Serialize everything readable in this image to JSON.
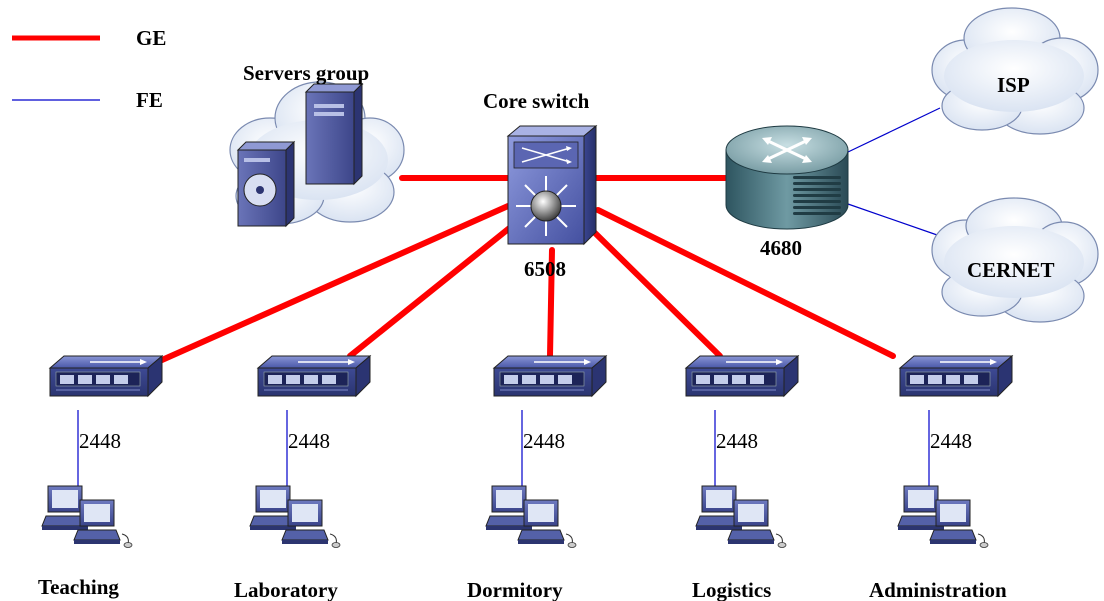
{
  "legend": {
    "items": [
      {
        "label": "GE",
        "color": "#ff0000"
      },
      {
        "label": "FE",
        "color": "#0000cc"
      }
    ]
  },
  "servers": {
    "label": "Servers group"
  },
  "core": {
    "label": "Core switch",
    "model": "6508"
  },
  "router": {
    "model": "4680"
  },
  "external": [
    {
      "id": "isp",
      "label": "ISP"
    },
    {
      "id": "cernet",
      "label": "CERNET"
    }
  ],
  "access_switches": [
    {
      "model": "2448",
      "department": "Teaching"
    },
    {
      "model": "2448",
      "department": "Laboratory"
    },
    {
      "model": "2448",
      "department": "Dormitory"
    },
    {
      "model": "2448",
      "department": "Logistics"
    },
    {
      "model": "2448",
      "department": "Administration"
    }
  ],
  "colors": {
    "ge_link": "#ff0000",
    "fe_link": "#0000cc",
    "device_blue": "#4a5aa8",
    "cloud_fill": "#e8eef8"
  }
}
